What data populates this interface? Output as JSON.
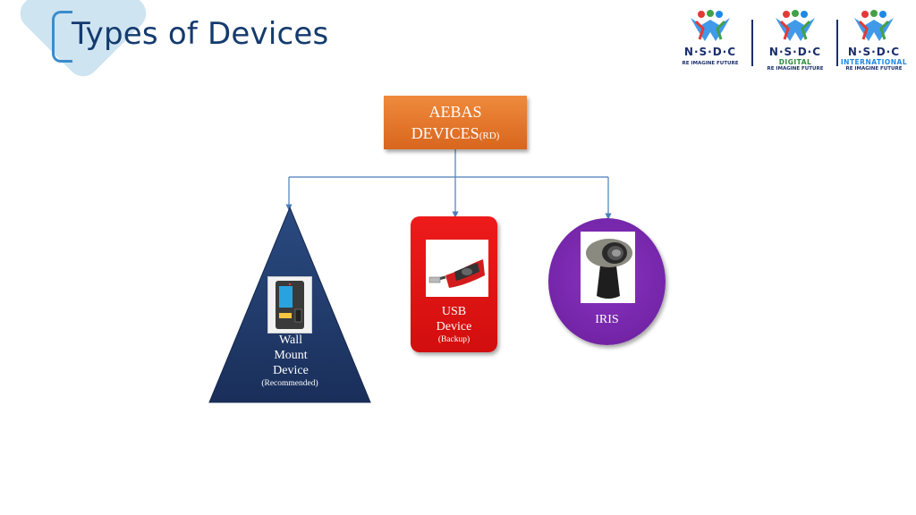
{
  "slide": {
    "title": "Types of Devices"
  },
  "logos": [
    {
      "word": "N·S·D·C",
      "sub": "",
      "tag": "RE IMAGINE FUTURE"
    },
    {
      "word": "N·S·D·C",
      "sub": "DIGITAL",
      "tag": "RE IMAGINE FUTURE"
    },
    {
      "word": "N·S·D·C",
      "sub": "INTERNATIONAL",
      "tag": "RE IMAGINE FUTURE"
    }
  ],
  "diagram": {
    "root": {
      "line1": "AEBAS",
      "line2": "DEVICES",
      "suffix": "(RD)"
    },
    "wall": {
      "line1": "Wall",
      "line2": "Mount",
      "line3": "Device",
      "note": "(Recommended)"
    },
    "usb": {
      "line1": "USB",
      "line2": "Device",
      "note": "(Backup)"
    },
    "iris": {
      "label": "IRIS"
    }
  },
  "colors": {
    "root": "#e87a30",
    "wall": "#1f3864",
    "usb": "#e01414",
    "iris": "#7a2aad",
    "connector": "#4a7ebb",
    "title": "#143b6e"
  }
}
